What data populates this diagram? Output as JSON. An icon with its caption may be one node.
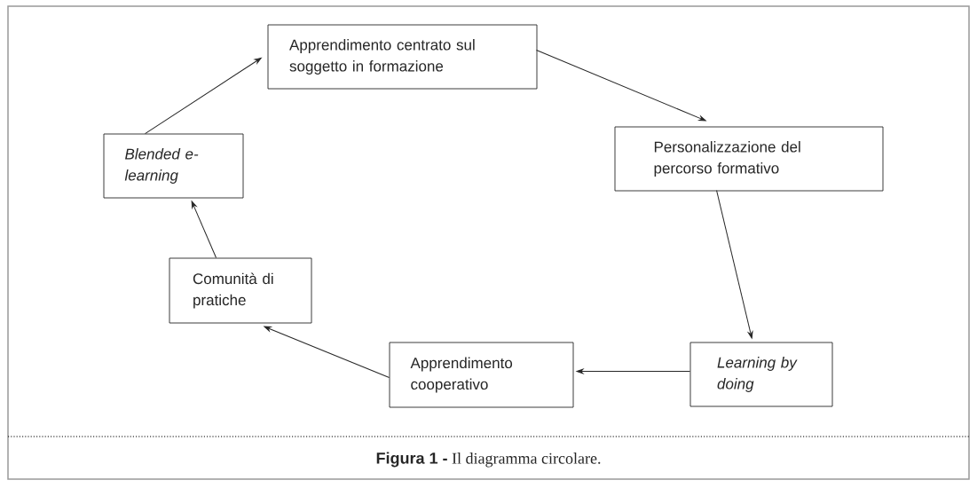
{
  "diagram": {
    "caption": "**Figura 1 -** Il diagramma circolare.",
    "nodes": [
      {
        "text": [
          "Apprendimento centrato sul soggetto in formazione"
        ]
      },
      {
        "text": [
          "Personalizzazione del percorso formativo"
        ]
      },
      {
        "text": [
          "Learning by doing"
        ]
      },
      {
        "text": [
          "Apprendimento cooperativo"
        ]
      },
      {
        "text": [
          "Comunità di pratiche"
        ]
      },
      {
        "text": [
          "Blended e-learning"
        ]
      }
    ],
    "edges": [
      {
        "from": 0,
        "to": 1,
        "arrow": "to"
      },
      {
        "from": 1,
        "to": 2,
        "arrow": "to"
      },
      {
        "from": 2,
        "to": 3,
        "arrow": "to"
      },
      {
        "from": 3,
        "to": 4,
        "arrow": "to"
      },
      {
        "from": 4,
        "to": 5,
        "arrow": "to"
      },
      {
        "from": 5,
        "to": 0,
        "arrow": "to"
      }
    ]
  }
}
